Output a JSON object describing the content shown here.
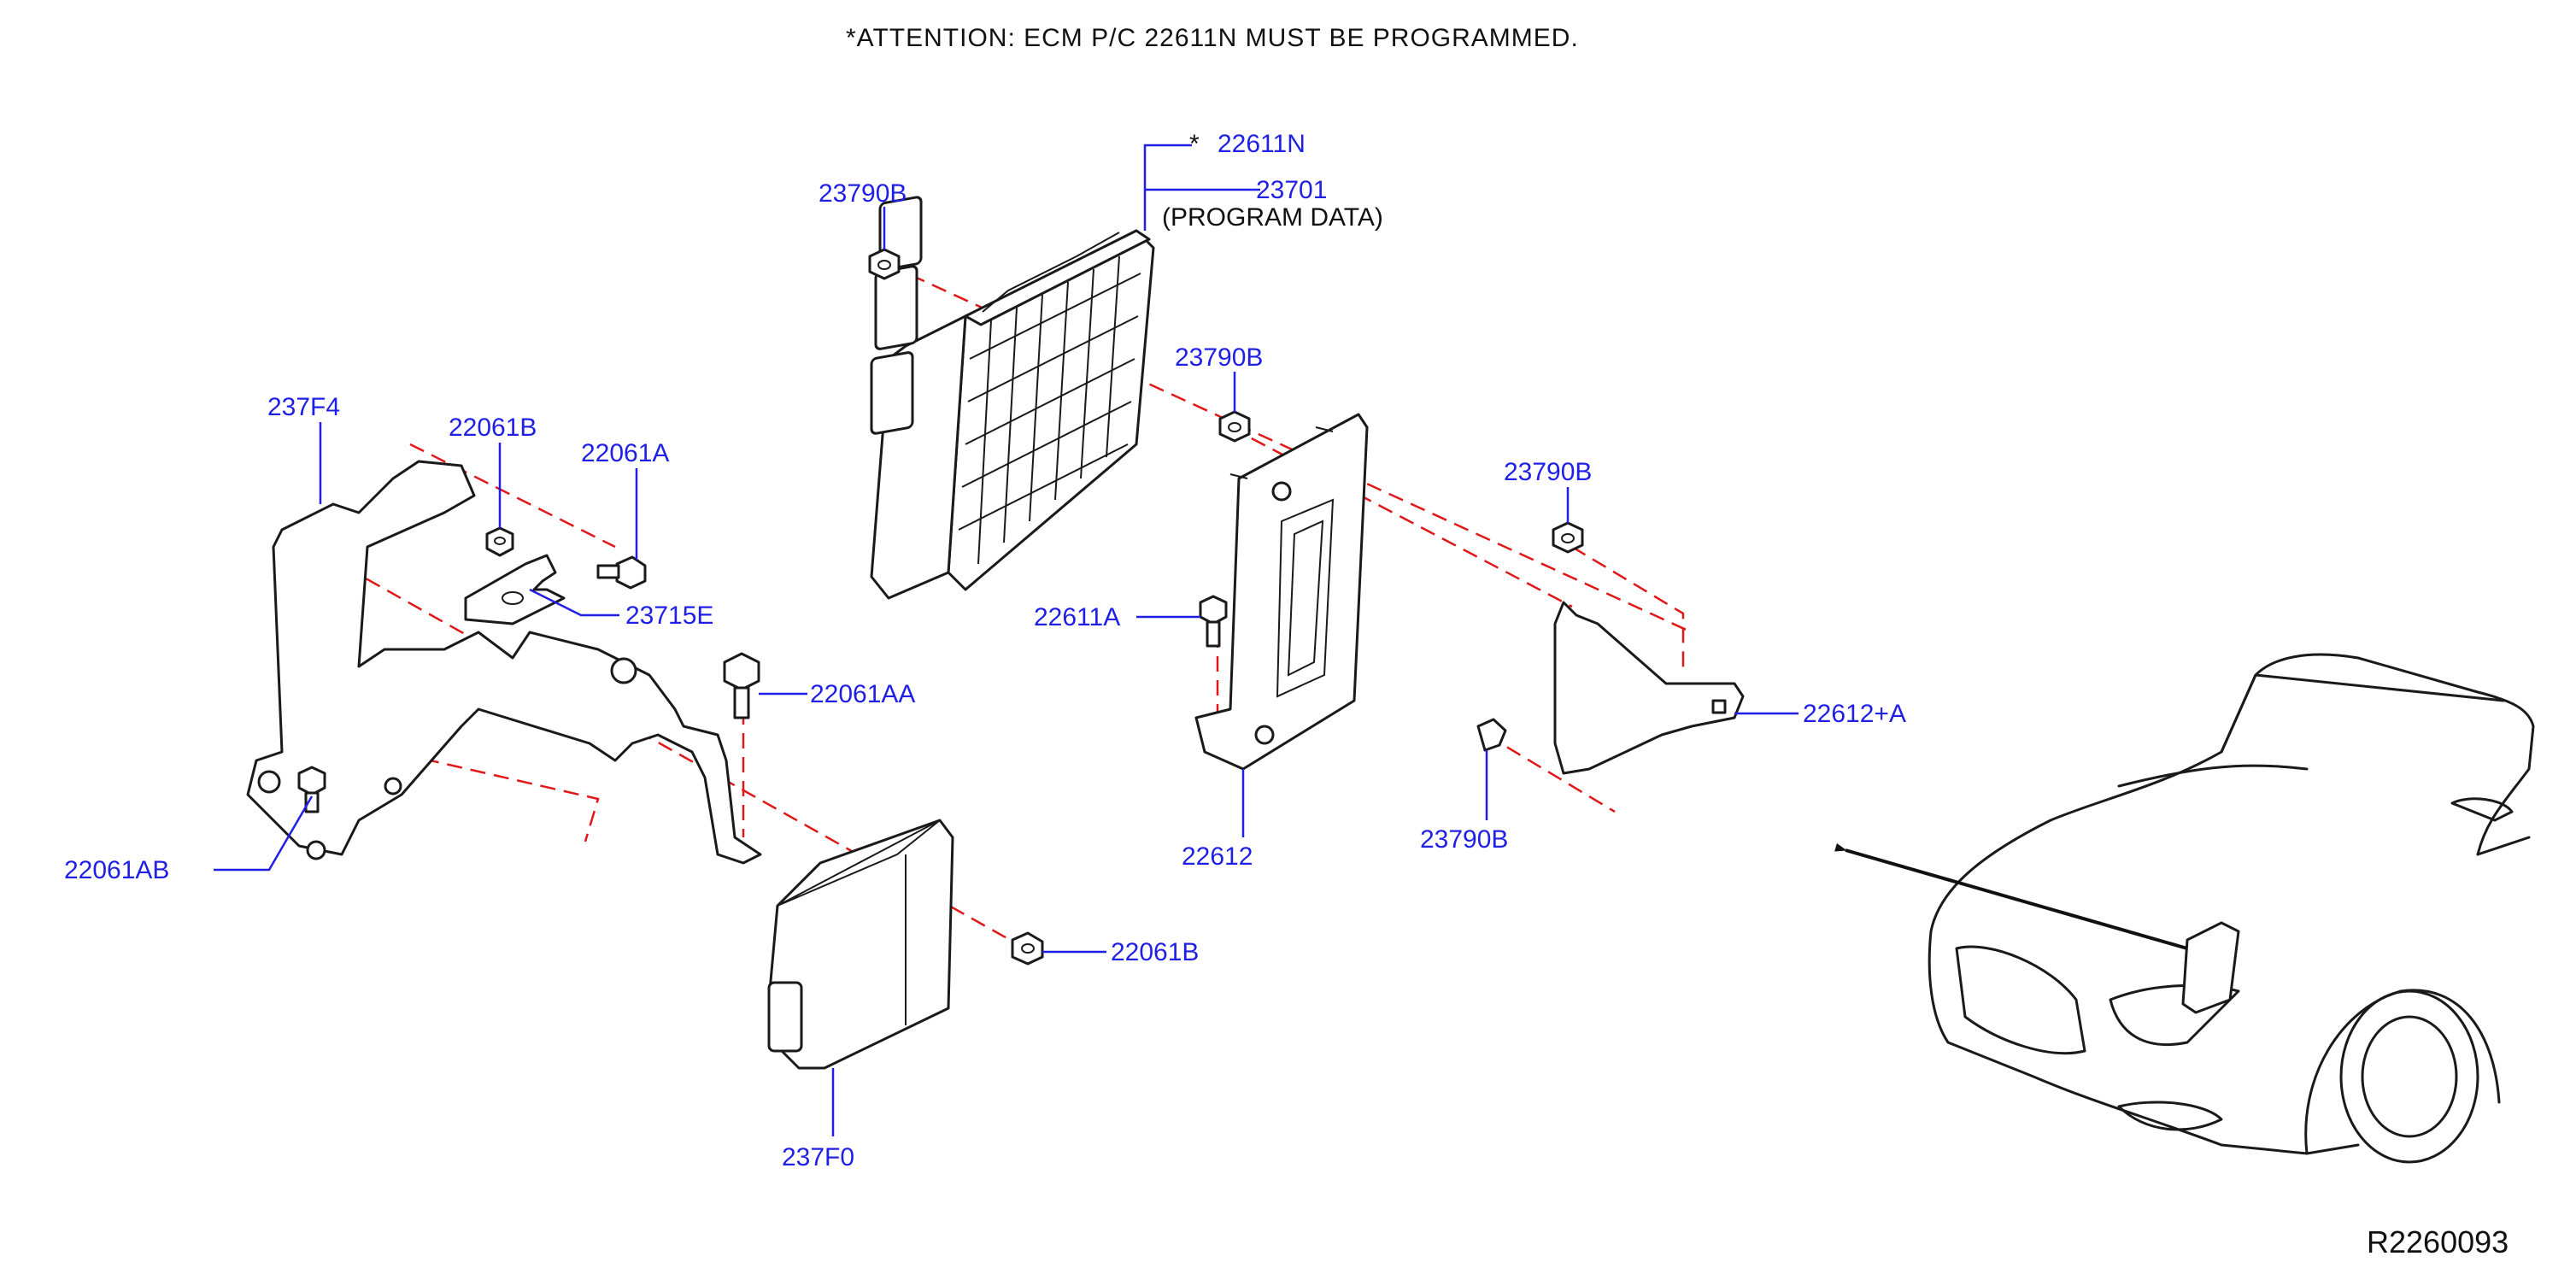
{
  "attention": "*ATTENTION:  ECM  P/C  22611N  MUST  BE  PROGRAMMED.",
  "reference_code": "R2260093",
  "parts": {
    "ecm_programmed": "22611N",
    "ecm_programmed_marker": "*",
    "ecm": "23701",
    "program_data_note": "(PROGRAM  DATA)",
    "nut_top": "23790B",
    "nut_bracket": "23790B",
    "nut_right": "23790B",
    "nut_lower_right": "23790B",
    "bracket_left": "237F4",
    "nut_left": "22061B",
    "bolt_left": "22061A",
    "bracket_small": "23715E",
    "bolt_center": "22061AA",
    "nut_bottom": "22061B",
    "bolt_bottom_left": "22061AB",
    "control_unit_bottom": "237F0",
    "bolt_bracket": "22611A",
    "ecm_bracket": "22612",
    "cover_right": "22612+A"
  }
}
